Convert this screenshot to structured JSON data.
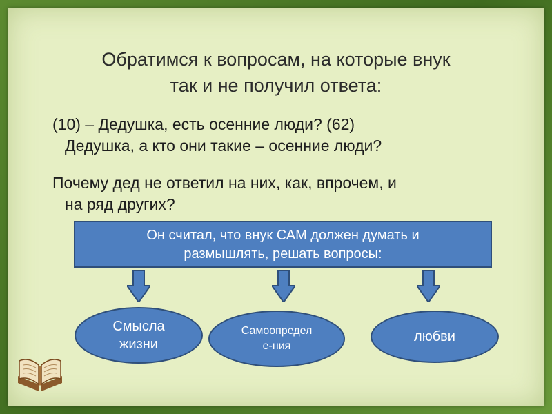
{
  "slide": {
    "title_line1": "Обратимся к вопросам, на которые внук",
    "title_line2": "так и не получил ответа:",
    "p1_line1": "(10) – Дедушка, есть осенние люди? (62)",
    "p1_line2": "Дедушка, а кто они такие – осенние люди?",
    "p2_line1": "Почему дед не ответил на них, как, впрочем, и",
    "p2_line2": "на ряд других?",
    "box_line1": "Он считал, что внук САМ должен думать и",
    "box_line2": "размышлять, решать вопросы:",
    "oval1_line1": "Смысла",
    "oval1_line2": "жизни",
    "oval2_line1": "Самоопредел",
    "oval2_line2": "е-ния",
    "oval3": "любви"
  },
  "colors": {
    "shape_fill": "#4e7fc0",
    "shape_border": "#2f4f7a",
    "slide_bg": "#e6efc4",
    "frame": "#4f7a2a"
  },
  "icons": [
    "down-arrow-icon",
    "open-book-icon"
  ]
}
